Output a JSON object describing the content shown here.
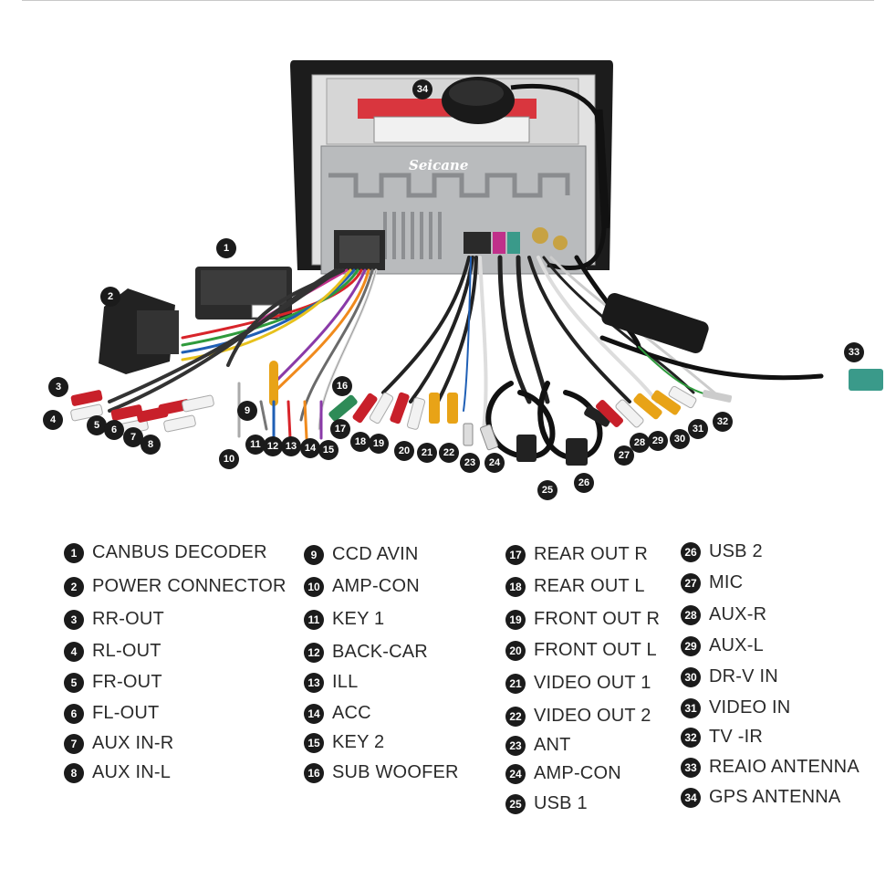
{
  "brand": "Seicane",
  "legend": {
    "columns": [
      [
        {
          "num": "1",
          "label": "CANBUS DECODER"
        },
        {
          "num": "2",
          "label": "POWER CONNECTOR"
        },
        {
          "num": "3",
          "label": "RR-OUT"
        },
        {
          "num": "4",
          "label": "RL-OUT"
        },
        {
          "num": "5",
          "label": "FR-OUT"
        },
        {
          "num": "6",
          "label": "FL-OUT"
        },
        {
          "num": "7",
          "label": "AUX IN-R"
        },
        {
          "num": "8",
          "label": "AUX IN-L"
        }
      ],
      [
        {
          "num": "9",
          "label": "CCD AVIN"
        },
        {
          "num": "10",
          "label": "AMP-CON"
        },
        {
          "num": "11",
          "label": "KEY 1"
        },
        {
          "num": "12",
          "label": "BACK-CAR"
        },
        {
          "num": "13",
          "label": "ILL"
        },
        {
          "num": "14",
          "label": "ACC"
        },
        {
          "num": "15",
          "label": "KEY 2"
        },
        {
          "num": "16",
          "label": "SUB WOOFER"
        }
      ],
      [
        {
          "num": "17",
          "label": "REAR OUT R"
        },
        {
          "num": "18",
          "label": "REAR OUT L"
        },
        {
          "num": "19",
          "label": "FRONT OUT R"
        },
        {
          "num": "20",
          "label": "FRONT OUT L"
        },
        {
          "num": "21",
          "label": "VIDEO OUT 1"
        },
        {
          "num": "22",
          "label": "VIDEO OUT 2"
        },
        {
          "num": "23",
          "label": "ANT"
        },
        {
          "num": "24",
          "label": "AMP-CON"
        },
        {
          "num": "25",
          "label": "USB 1"
        }
      ],
      [
        {
          "num": "26",
          "label": "USB 2"
        },
        {
          "num": "27",
          "label": "MIC"
        },
        {
          "num": "28",
          "label": "AUX-R"
        },
        {
          "num": "29",
          "label": "AUX-L"
        },
        {
          "num": "30",
          "label": "DR-V IN"
        },
        {
          "num": "31",
          "label": "VIDEO IN"
        },
        {
          "num": "32",
          "label": "TV -IR"
        },
        {
          "num": "33",
          "label": "REAIO ANTENNA"
        },
        {
          "num": "34",
          "label": "GPS ANTENNA"
        }
      ]
    ]
  },
  "callouts": [
    "1",
    "2",
    "3",
    "4",
    "5",
    "6",
    "7",
    "8",
    "9",
    "10",
    "11",
    "12",
    "13",
    "14",
    "15",
    "16",
    "17",
    "18",
    "19",
    "20",
    "21",
    "22",
    "23",
    "24",
    "25",
    "26",
    "27",
    "28",
    "29",
    "30",
    "31",
    "32",
    "33",
    "34"
  ],
  "colors": {
    "badge": "#1b1b1b",
    "rca_red": "#c8202a",
    "rca_white": "#f2f2f2",
    "rca_yellow": "#e8a317",
    "rca_green": "#2e8b57",
    "fakra_green": "#3a9a8a",
    "fakra_pink": "#c0308a",
    "chassis": "#b9bbbd"
  }
}
